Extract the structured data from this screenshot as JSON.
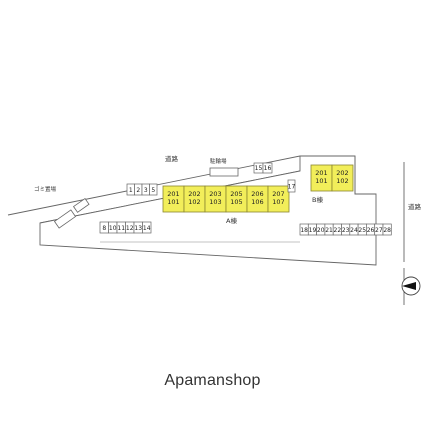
{
  "labels": {
    "road_top": "道路",
    "road_right": "道路",
    "bicycle_parking": "駐輪場",
    "garbage": "ゴミ置場",
    "building_a": "A棟",
    "building_b": "B棟"
  },
  "building_a_units": [
    {
      "upper": "201",
      "lower": "101"
    },
    {
      "upper": "202",
      "lower": "102"
    },
    {
      "upper": "203",
      "lower": "103"
    },
    {
      "upper": "205",
      "lower": "105"
    },
    {
      "upper": "206",
      "lower": "106"
    },
    {
      "upper": "207",
      "lower": "107"
    }
  ],
  "building_b_units": [
    {
      "upper": "201",
      "lower": "101"
    },
    {
      "upper": "202",
      "lower": "102"
    }
  ],
  "parking_left": [
    "8",
    "10",
    "11",
    "12",
    "13",
    "14"
  ],
  "parking_small": [
    "1",
    "2",
    "3",
    "5"
  ],
  "parking_top": [
    "15",
    "16"
  ],
  "parking_17": [
    "17"
  ],
  "parking_right": [
    "18",
    "19",
    "20",
    "21",
    "22",
    "23",
    "24",
    "25",
    "26",
    "27",
    "28"
  ],
  "brand": "Apamanshop",
  "colors": {
    "unit_fill": "#f2ee5a",
    "unit_stroke": "#8a8530",
    "line": "#555555"
  }
}
